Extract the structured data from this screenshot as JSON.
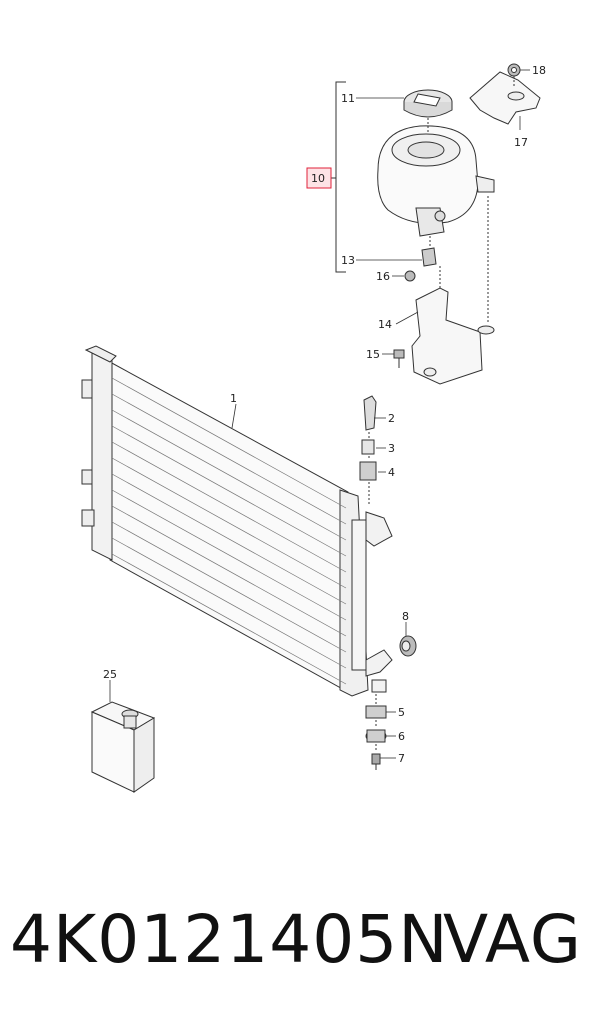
{
  "diagram": {
    "callouts": [
      {
        "id": "1",
        "label": "1"
      },
      {
        "id": "2",
        "label": "2"
      },
      {
        "id": "3",
        "label": "3"
      },
      {
        "id": "4",
        "label": "4"
      },
      {
        "id": "5",
        "label": "5"
      },
      {
        "id": "6",
        "label": "6"
      },
      {
        "id": "7",
        "label": "7"
      },
      {
        "id": "8",
        "label": "8"
      },
      {
        "id": "10",
        "label": "10",
        "highlighted": true
      },
      {
        "id": "11",
        "label": "11"
      },
      {
        "id": "13",
        "label": "13"
      },
      {
        "id": "14",
        "label": "14"
      },
      {
        "id": "15",
        "label": "15"
      },
      {
        "id": "16",
        "label": "16"
      },
      {
        "id": "17",
        "label": "17"
      },
      {
        "id": "18",
        "label": "18"
      },
      {
        "id": "25",
        "label": "25"
      }
    ],
    "highlight_color": "#e0203a",
    "highlight_fill": "#fde3e6"
  },
  "caption": {
    "part_number": "4K0121405N",
    "brand": "VAG"
  }
}
